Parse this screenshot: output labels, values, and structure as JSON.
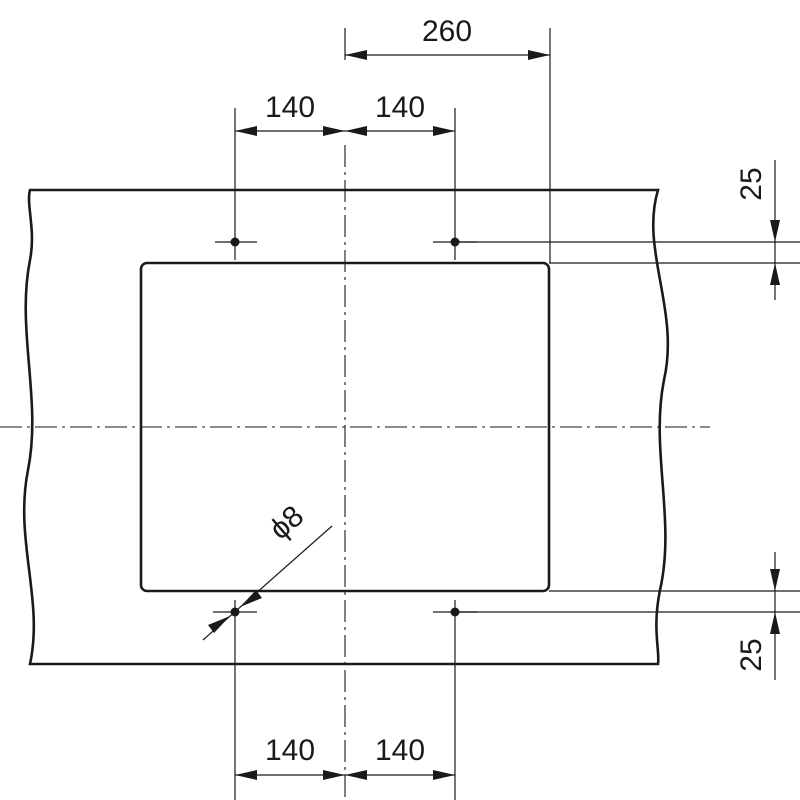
{
  "drawing": {
    "line_color": "#1a1a1a",
    "background": "#ffffff",
    "dimensions": {
      "top_total": "260",
      "top_left": "140",
      "top_right": "140",
      "bottom_left": "140",
      "bottom_right": "140",
      "right_top_offset": "25",
      "right_bottom_offset": "25",
      "hole_diameter": "ϕ8"
    }
  }
}
